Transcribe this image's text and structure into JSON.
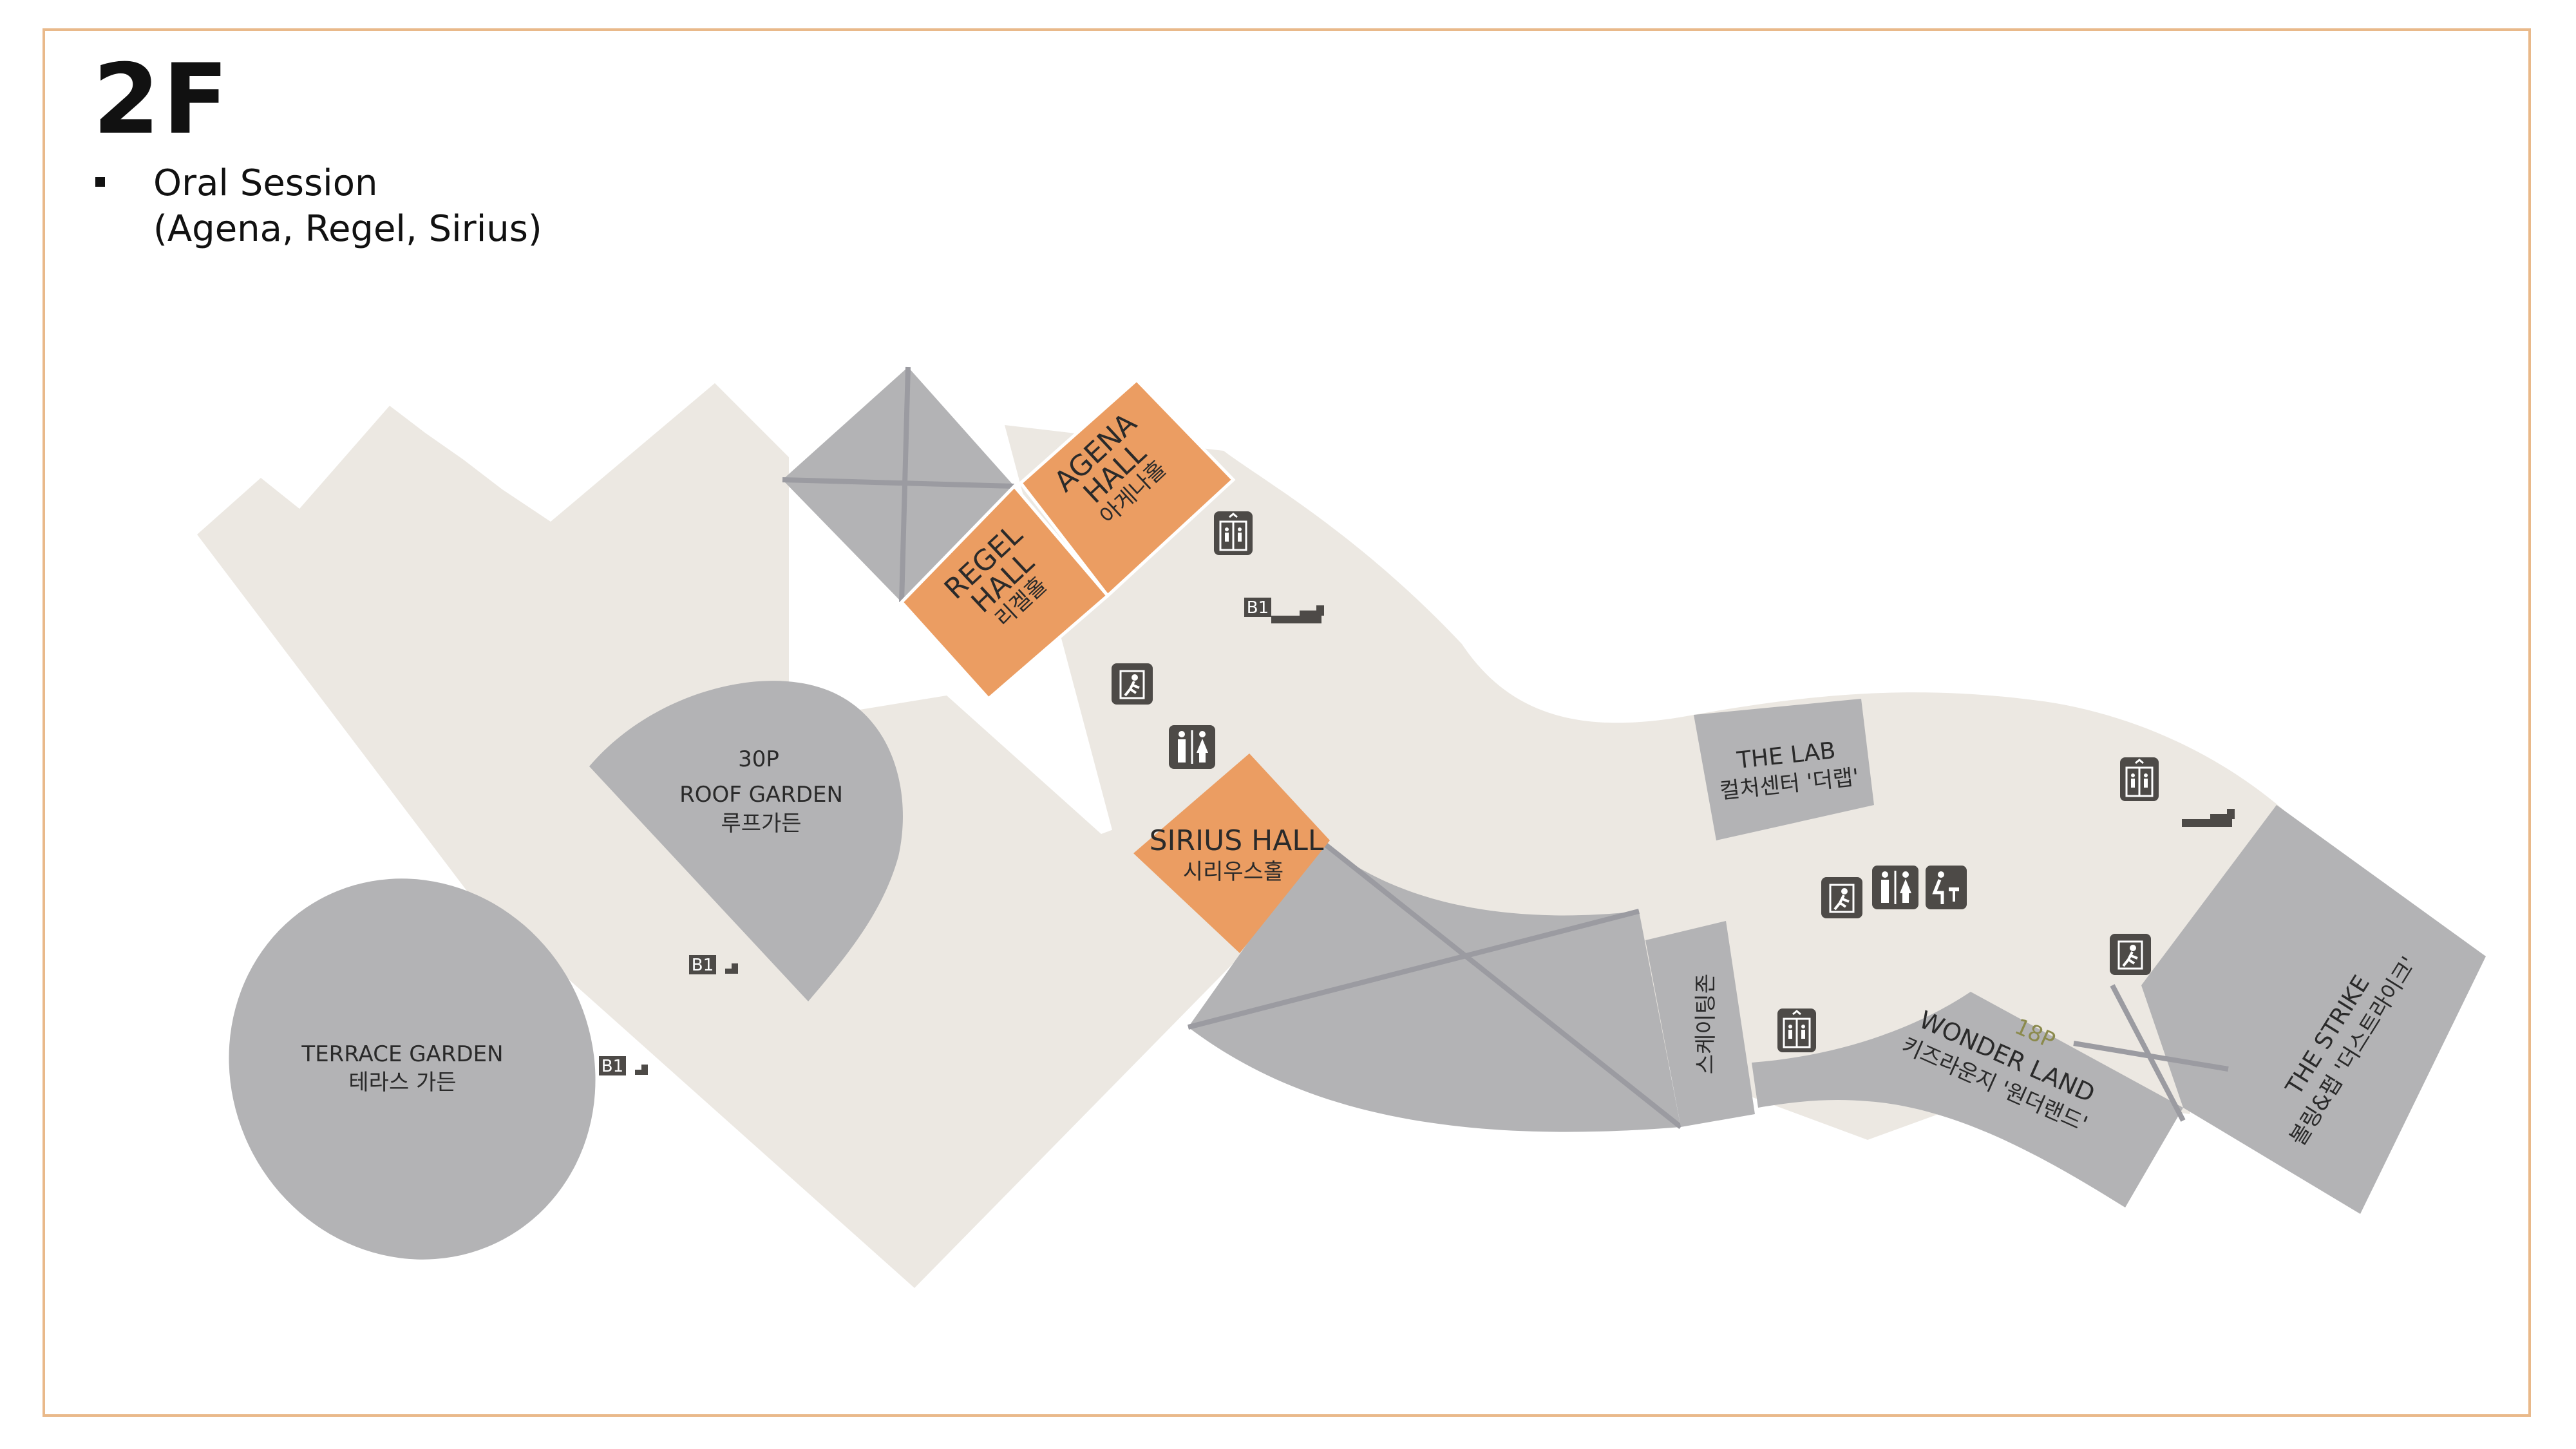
{
  "floor": {
    "title": "2F"
  },
  "legend": {
    "line1": "Oral Session",
    "line2": "(Agena, Regel, Sirius)"
  },
  "areas": {
    "agena": {
      "en1": "AGENA",
      "en2": "HALL",
      "ko": "아게나홀"
    },
    "regel": {
      "en1": "REGEL",
      "en2": "HALL",
      "ko": "리겔홀"
    },
    "sirius": {
      "en": "SIRIUS HALL",
      "ko": "시리우스홀"
    },
    "roof_garden": {
      "parking": "30P",
      "en": "ROOF GARDEN",
      "ko": "루프가든"
    },
    "terrace_garden": {
      "en": "TERRACE GARDEN",
      "ko": "테라스 가든"
    },
    "the_lab": {
      "en": "THE LAB",
      "ko": "컬처센터 '더랩'"
    },
    "skating": {
      "ko": "스케이팅존"
    },
    "wonder_land": {
      "parking": "18P",
      "en": "WONDER LAND",
      "ko": "키즈라운지 '원더랜드'"
    },
    "the_strike": {
      "en": "THE STRIKE",
      "ko": "볼링&펍 '더스트라이크'"
    }
  },
  "markers": {
    "b1": "B1"
  },
  "colors": {
    "floor": "#ece8e2",
    "venue": "#b3b3b5",
    "hall": "#eb9d62",
    "frame": "#e9b98a",
    "icon": "#4d4a47",
    "parking_text": "#8b8a4c"
  }
}
